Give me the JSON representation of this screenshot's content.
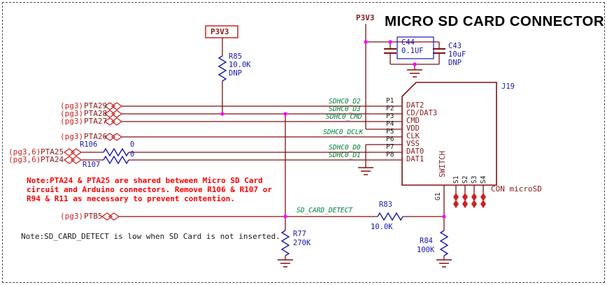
{
  "title": "MICRO SD CARD CONNECTOR",
  "colors": {
    "wire": "#7f1010",
    "component_label": "#1a1aae",
    "net_label": "#00803c",
    "junction_dot": "#ff00ff",
    "offpage_connector": "#cc2222",
    "note_warning": "#ff0000"
  },
  "power": {
    "rail_top": "P3V3",
    "rail_left": "P3V3"
  },
  "capacitors": {
    "c44": {
      "ref": "C44",
      "value": "0.1UF"
    },
    "c43": {
      "ref": "C43",
      "value": "10uF",
      "note": "DNP"
    }
  },
  "resistors": {
    "r85": {
      "ref": "R85",
      "value": "10.0K",
      "note": "DNP"
    },
    "r106": {
      "ref": "R106",
      "value": "0"
    },
    "r107": {
      "ref": "R107",
      "value": "0"
    },
    "r83": {
      "ref": "R83",
      "value": "10.0K"
    },
    "r77": {
      "ref": "R77",
      "value": "270K"
    },
    "r84": {
      "ref": "R84",
      "value": "100K"
    }
  },
  "signals": [
    {
      "page": "(pg3)",
      "pin": "PTA29",
      "net": "SDHC0_D2"
    },
    {
      "page": "(pg3)",
      "pin": "PTA28",
      "net": "SDHC0_D3"
    },
    {
      "page": "(pg3)",
      "pin": "PTA27",
      "net": "SDHC0_CMD"
    },
    {
      "page": "(pg3)",
      "pin": "PTA26",
      "net": "SDHC0_DCLK"
    },
    {
      "page": "(pg3,6)",
      "pin": "PTA25",
      "net": "SDHC0_D0"
    },
    {
      "page": "(pg3,6)",
      "pin": "PTA24",
      "net": "SDHC0_D1"
    }
  ],
  "detect": {
    "page": "(pg3)",
    "pin": "PTB5",
    "net": "SD_CARD_DETECT"
  },
  "connector": {
    "ref": "J19",
    "name": "CON microSD",
    "switch_label": "SWITCH",
    "switch_pin": "G1",
    "pins": [
      {
        "num": "P1",
        "name": "DAT2"
      },
      {
        "num": "P2",
        "name": "CD/DAT3"
      },
      {
        "num": "P3",
        "name": "CMD"
      },
      {
        "num": "P4",
        "name": "VDD"
      },
      {
        "num": "P5",
        "name": "CLK"
      },
      {
        "num": "P6",
        "name": "VSS"
      },
      {
        "num": "P7",
        "name": "DAT0"
      },
      {
        "num": "P8",
        "name": "DAT1"
      }
    ],
    "shell_pins": [
      "S1",
      "S2",
      "S3",
      "S4"
    ]
  },
  "notes": {
    "shared_warning": [
      "Note:PTA24 & PTA25 are shared between Micro SD Card",
      "circuit and Arduino connectors. Remove R106 & R107 or",
      "R94 & R11 as necessary to prevent contention."
    ],
    "detect_note": "Note:SD_CARD_DETECT is low when SD Card is not inserted."
  }
}
